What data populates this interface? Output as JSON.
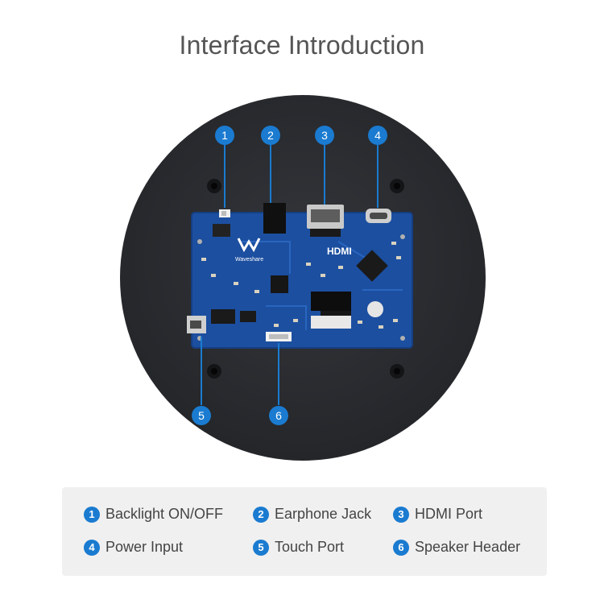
{
  "title": "Interface Introduction",
  "colors": {
    "accent": "#1a7bd0",
    "disc": "#2b2d31",
    "pcb": "#1c4fa0"
  },
  "board_text": {
    "hdmi": "HDMI",
    "brand": "Waveshare"
  },
  "legend": [
    {
      "num": "1",
      "label": "Backlight ON/OFF"
    },
    {
      "num": "2",
      "label": "Earphone Jack"
    },
    {
      "num": "3",
      "label": "HDMI Port"
    },
    {
      "num": "4",
      "label": "Power Input"
    },
    {
      "num": "5",
      "label": "Touch Port"
    },
    {
      "num": "6",
      "label": "Speaker Header"
    }
  ]
}
